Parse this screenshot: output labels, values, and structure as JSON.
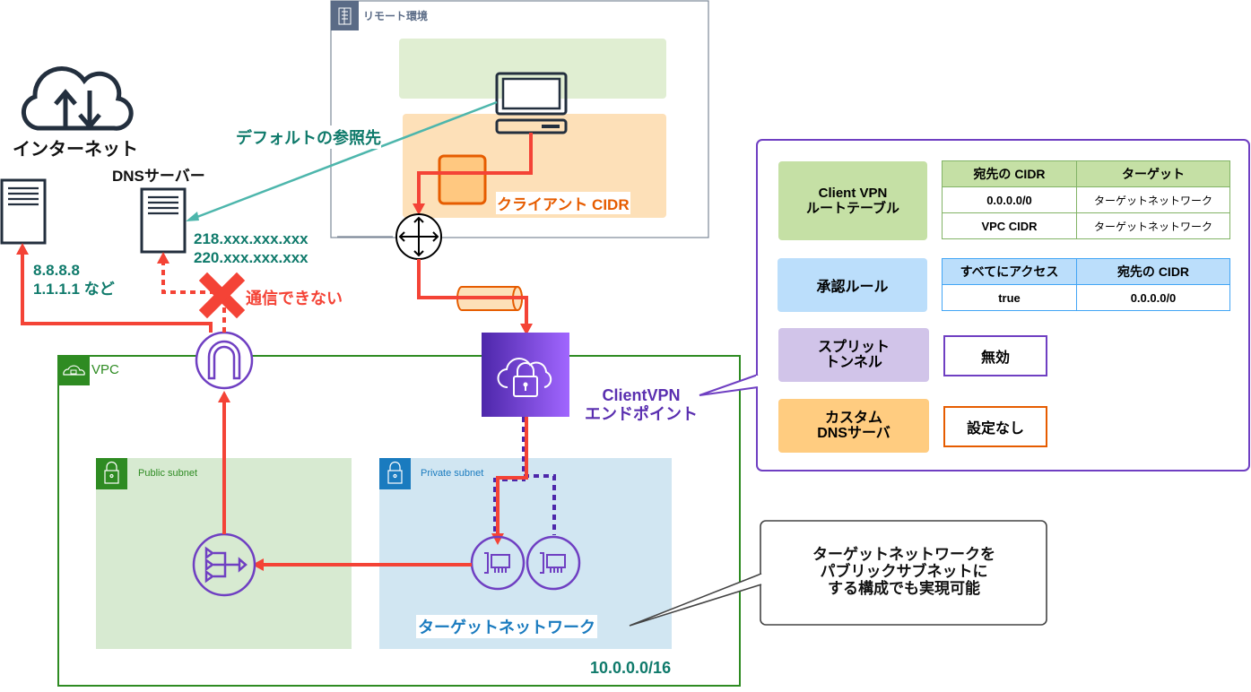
{
  "title": "AWS Client VPN configuration diagram (full tunnel, no custom DNS)",
  "remote_env": {
    "label": "リモート環境",
    "icon": "building-icon",
    "client_cidr_label": "クライアント CIDR"
  },
  "internet": {
    "label": "インターネット",
    "icon": "internet-cloud-icon"
  },
  "public_dns": {
    "ips": [
      "8.8.8.8",
      "1.1.1.1 など"
    ],
    "icon": "server-icon"
  },
  "isp_dns": {
    "label": "DNSサーバー",
    "ips": [
      "218.xxx.xxx.xxx",
      "220.xxx.xxx.xxx"
    ],
    "icon": "server-icon"
  },
  "default_ref_label": "デフォルトの参照先",
  "blocked_label": "通信できない",
  "vpc": {
    "label": "VPC",
    "cidr": "10.0.0.0/16"
  },
  "public_subnet": {
    "label": "Public subnet"
  },
  "private_subnet": {
    "label": "Private subnet"
  },
  "endpoint": {
    "label_line1": "ClientVPN",
    "label_line2": "エンドポイント"
  },
  "target_network_label": "ターゲットネットワーク",
  "callout_note": [
    "ターゲットネットワークを",
    "パブリックサブネットに",
    "する構成でも実現可能"
  ],
  "settings": {
    "route_table": {
      "label_line1": "Client VPN",
      "label_line2": "ルートテーブル",
      "headers": [
        "宛先の CIDR",
        "ターゲット"
      ],
      "rows": [
        [
          "0.0.0.0/0",
          "ターゲットネットワーク"
        ],
        [
          "VPC CIDR",
          "ターゲットネットワーク"
        ]
      ]
    },
    "auth_rule": {
      "label": "承認ルール",
      "headers": [
        "すべてにアクセス",
        "宛先の CIDR"
      ],
      "rows": [
        [
          "true",
          "0.0.0.0/0"
        ]
      ]
    },
    "split_tunnel": {
      "label_line1": "スプリット",
      "label_line2": "トンネル",
      "value": "無効"
    },
    "custom_dns": {
      "label_line1": "カスタム",
      "label_line2": "DNSサーバ",
      "value": "設定なし"
    }
  },
  "colors": {
    "flow_red": "#f44336",
    "teal": "#0f7a6b",
    "teal_line": "#4db6ac",
    "purple": "#6f3fc2",
    "vpc_green": "#2e8b22",
    "private_blue": "#1a7bbf",
    "orange": "#e65c00"
  }
}
